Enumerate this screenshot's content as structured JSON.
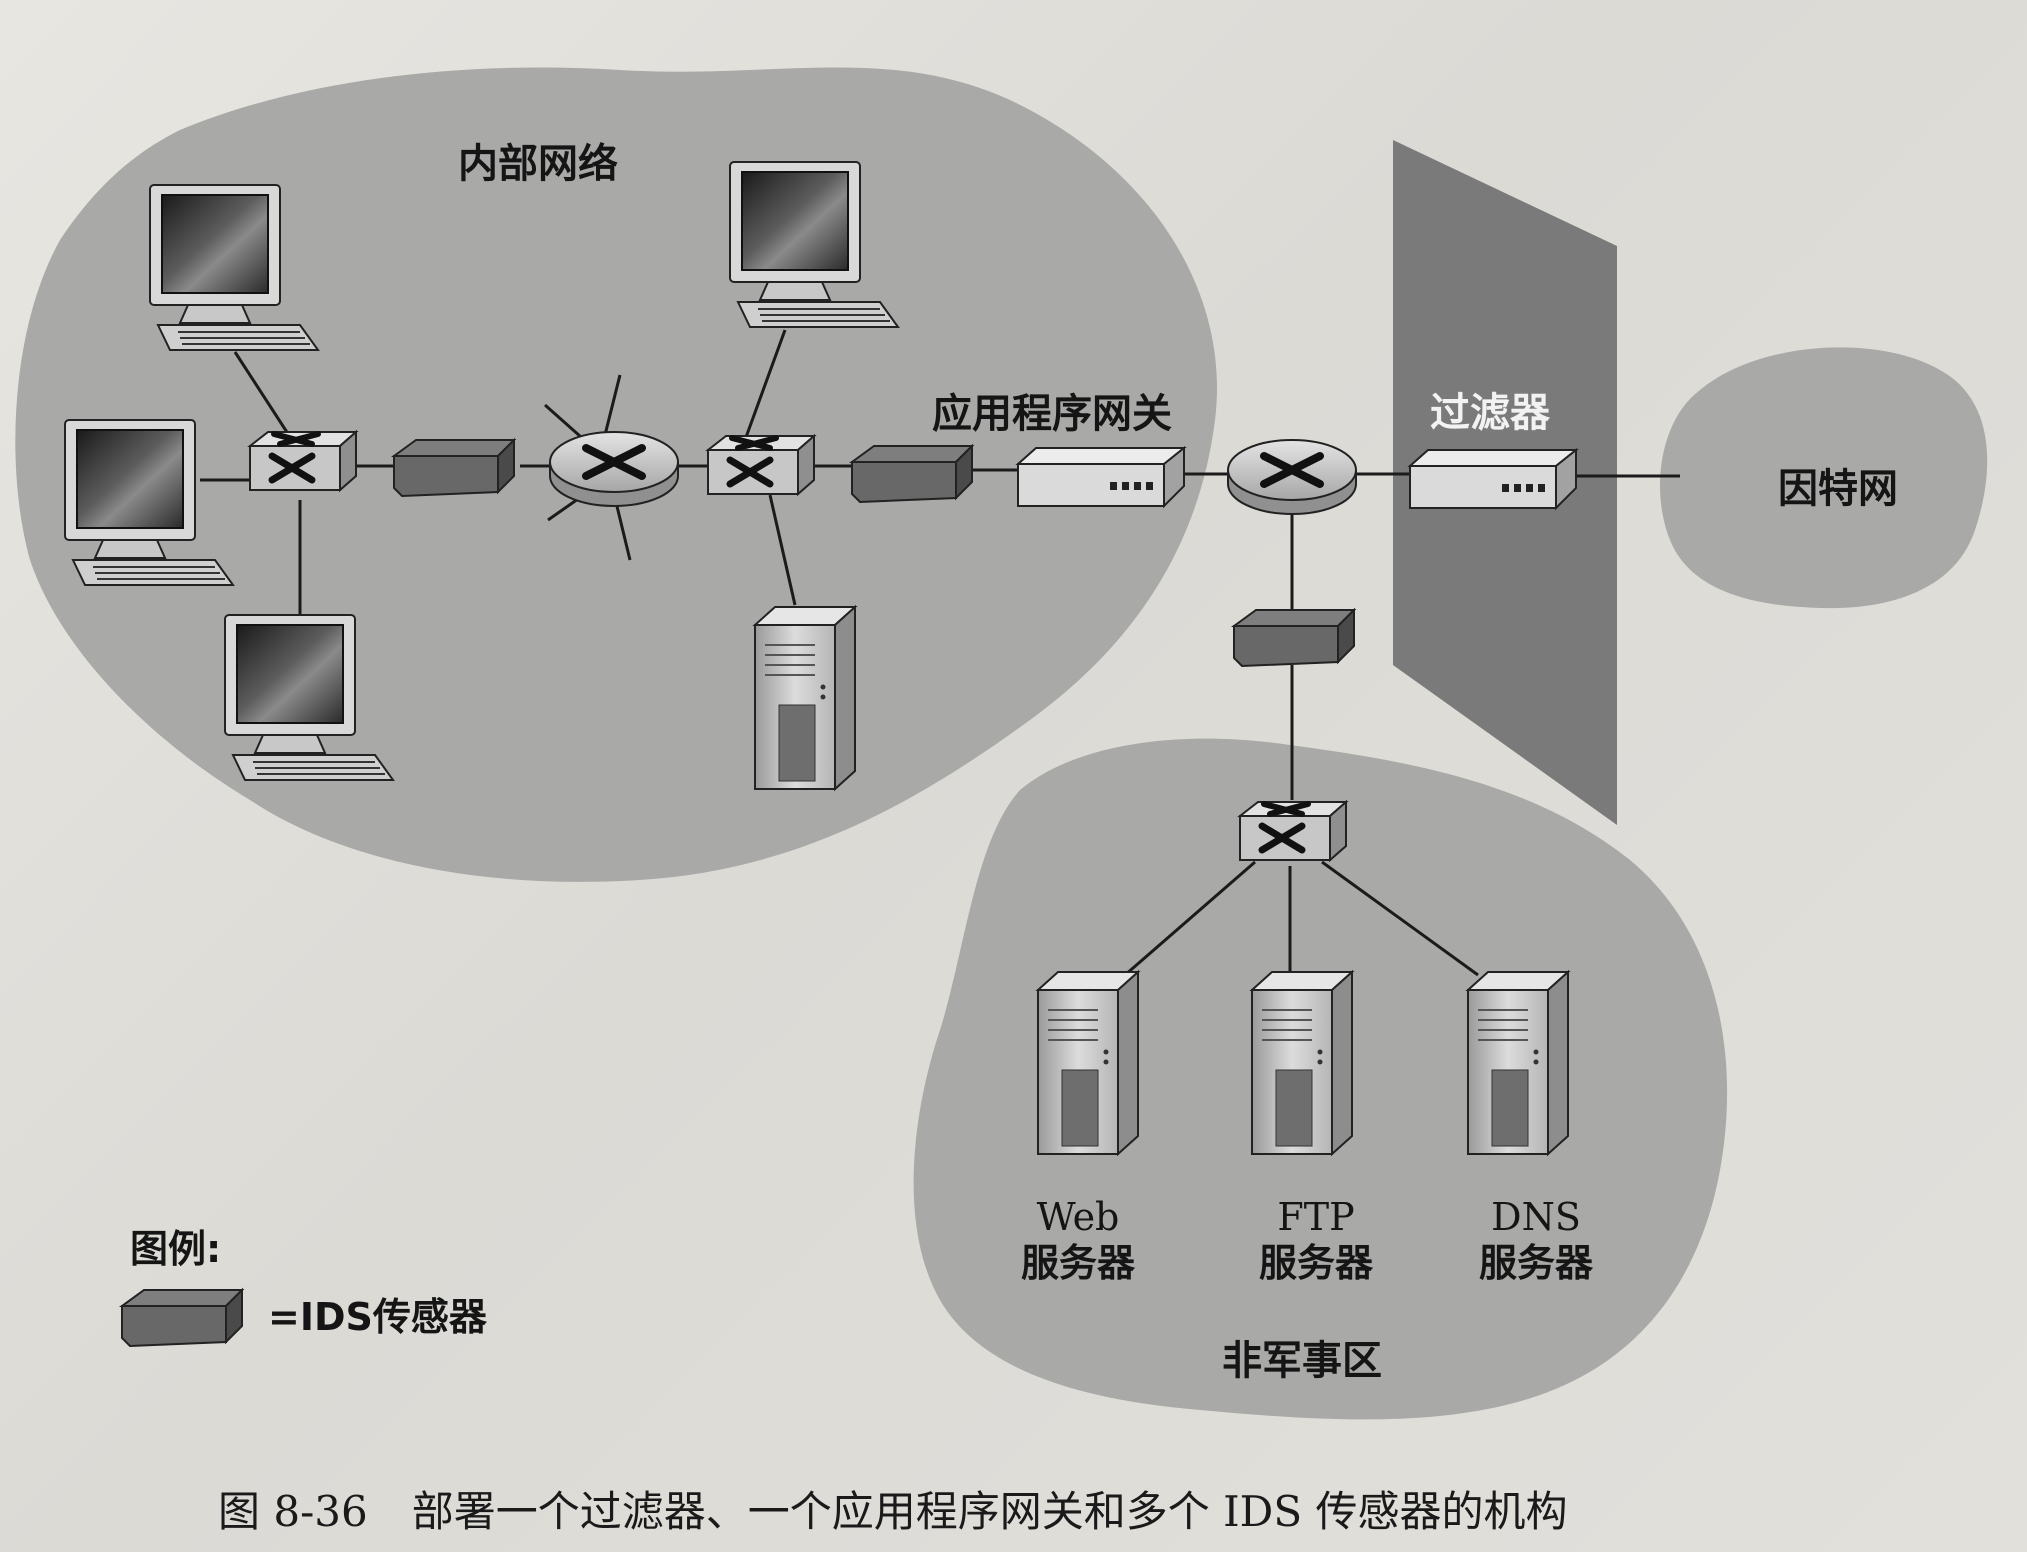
{
  "labels": {
    "internal_network": "内部网络",
    "app_gateway": "应用程序网关",
    "filter": "过滤器",
    "internet": "因特网",
    "dmz": "非军事区"
  },
  "servers": [
    {
      "en": "Web",
      "zh": "服务器"
    },
    {
      "en": "FTP",
      "zh": "服务器"
    },
    {
      "en": "DNS",
      "zh": "服务器"
    }
  ],
  "legend": {
    "title": "图例:",
    "ids_sensor": "=IDS传感器"
  },
  "caption": {
    "number": "图 8-36",
    "text": "部署一个过滤器、一个应用程序网关和多个 IDS 传感器的机构"
  },
  "colors": {
    "cloud": "#a8a8a6",
    "firewall_wall": "#7a7a7a",
    "device_light": "#d6d6d6",
    "device_dark": "#777777",
    "line": "#1b1b1b"
  }
}
